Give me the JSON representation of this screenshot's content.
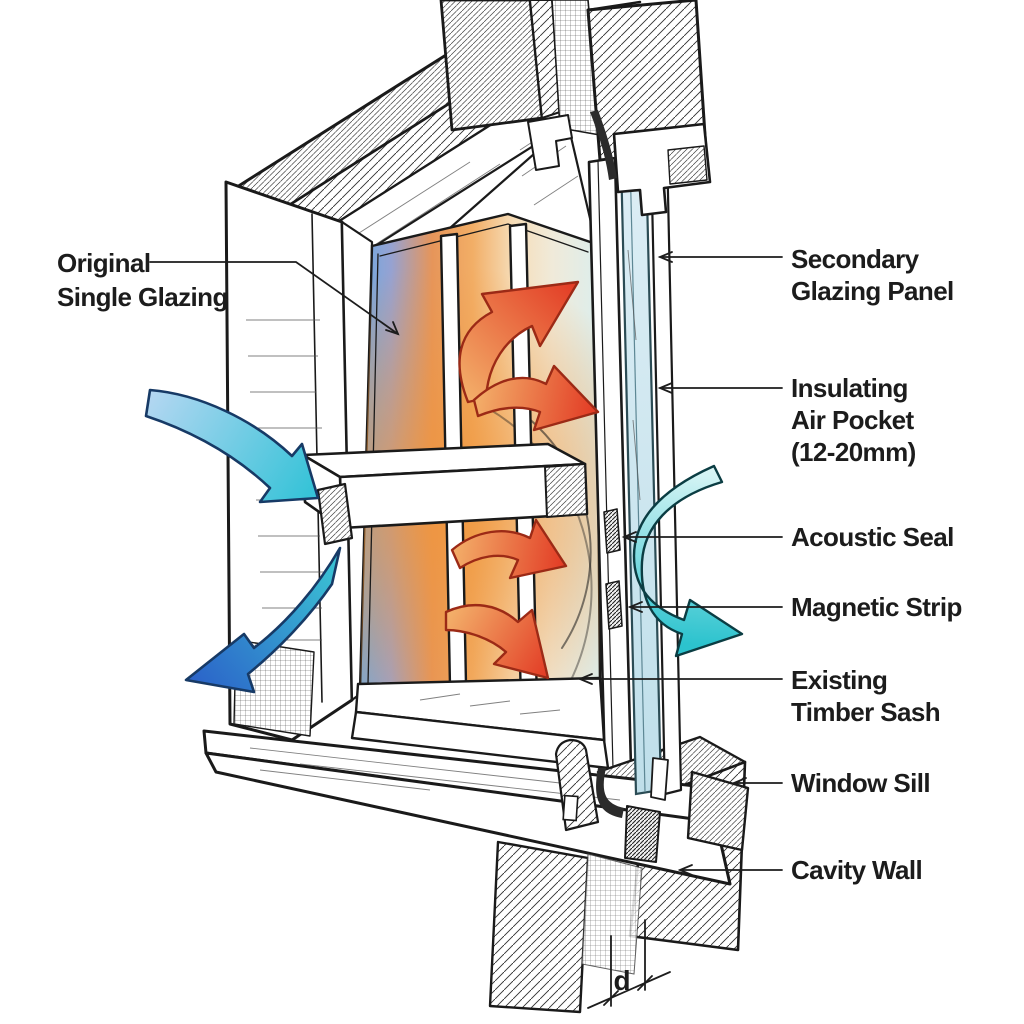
{
  "meta": {
    "subject": "Secondary glazing window detail, annotated cutaway illustration"
  },
  "labels": {
    "original_glazing": {
      "line1": "Original",
      "line2": "Single Glazing"
    },
    "secondary_panel": {
      "line1": "Secondary",
      "line2": "Glazing Panel"
    },
    "air_pocket": {
      "line1": "Insulating",
      "line2": "Air Pocket",
      "line3": "(12-20mm)"
    },
    "acoustic_seal": "Acoustic Seal",
    "magnetic_strip": "Magnetic Strip",
    "timber_sash": {
      "line1": "Existing",
      "line2": "Timber Sash"
    },
    "window_sill": "Window Sill",
    "cavity_wall": "Cavity Wall",
    "dimension": "d"
  },
  "colors": {
    "ink": "#1a1a1a",
    "label_text": "#1c1c1c",
    "cold_air_light": "#aed3f2",
    "cold_air_teal": "#38c4d4",
    "cold_air_deep": "#2b63c9",
    "heat_orange": "#f2a85c",
    "heat_red": "#e23a24",
    "sound_cyan": "#2cc3ce",
    "glass_blue": "#6ea9e0",
    "glass_orange": "#f0a85e",
    "glass_warm": "#f6ddb8",
    "glass_aqua": "#dceeed",
    "panel_glass": "#cfe7f1"
  }
}
